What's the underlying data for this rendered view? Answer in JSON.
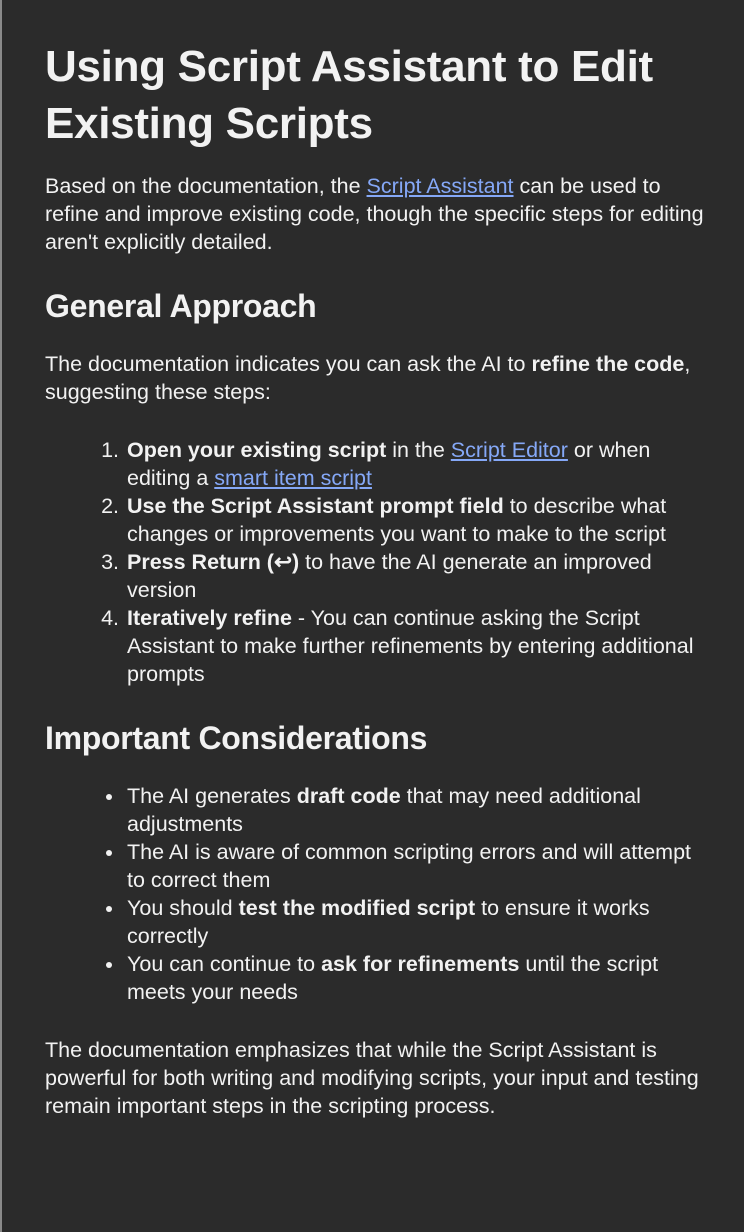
{
  "title": "Using Script Assistant to Edit Existing Scripts",
  "intro": {
    "t1": "Based on the documentation, the ",
    "link": "Script Assistant",
    "t2": " can be used to refine and improve existing code, though the specific steps for editing aren't explicitly detailed."
  },
  "general": {
    "heading": "General Approach",
    "p1": "The documentation indicates you can ask the AI to ",
    "bold": "refine the code",
    "p2": ", suggesting these steps:"
  },
  "steps": [
    {
      "bold": "Open your existing script",
      "t1": " in the ",
      "link1": "Script Editor",
      "t2": " or when editing a ",
      "link2": "smart item script"
    },
    {
      "bold": "Use the Script Assistant prompt field",
      "t1": " to describe what changes or improvements you want to make to the script"
    },
    {
      "bold": "Press Return (↩)",
      "t1": " to have the AI generate an improved version"
    },
    {
      "bold": "Iteratively refine",
      "t1": " - You can continue asking the Script Assistant to make further refinements by entering additional prompts"
    }
  ],
  "considerations": {
    "heading": "Important Considerations",
    "items": [
      {
        "t1": "The AI generates ",
        "bold": "draft code",
        "t2": " that may need additional adjustments"
      },
      {
        "t1": "The AI is aware of common scripting errors and will attempt to correct them",
        "bold": "",
        "t2": ""
      },
      {
        "t1": "You should ",
        "bold": "test the modified script",
        "t2": " to ensure it works correctly"
      },
      {
        "t1": "You can continue to ",
        "bold": "ask for refinements",
        "t2": " until the script meets your needs"
      }
    ]
  },
  "conclusion": "The documentation emphasizes that while the Script Assistant is powerful for both writing and modifying scripts, your input and testing remain important steps in the scripting process."
}
